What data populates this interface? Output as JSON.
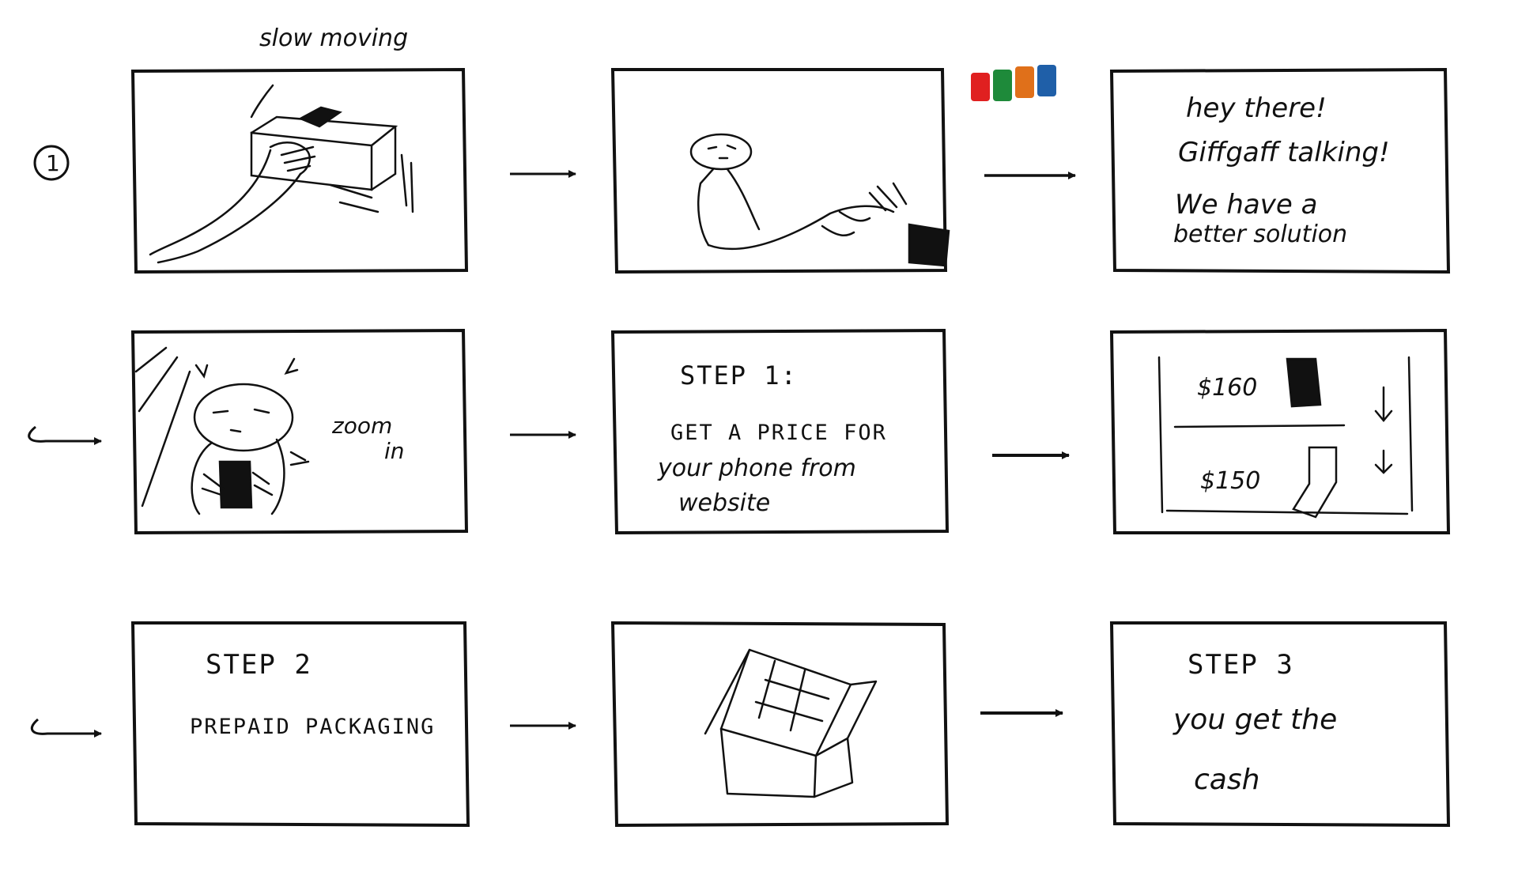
{
  "top_note": "slow moving",
  "row_marker": "1",
  "logo_colors": [
    "#e02020",
    "#1e8a3a",
    "#e0701a",
    "#1f5fa8"
  ],
  "panels": {
    "p3": {
      "line1": "hey there!",
      "line2": "Giffgaff talking!",
      "line3": "We have a",
      "line4": "better solution"
    },
    "p4": {
      "note_a": "zoom",
      "note_b": "in"
    },
    "p5": {
      "heading": "STEP 1:",
      "line1": "GET A PRICE FOR",
      "line2": "your phone from",
      "line3": "website"
    },
    "p6": {
      "price1": "$160",
      "price2": "$150"
    },
    "p7": {
      "heading": "STEP 2",
      "line1": "PREPAID PACKAGING"
    },
    "p9": {
      "heading": "STEP 3",
      "line1": "you get the",
      "line2": "cash"
    }
  }
}
